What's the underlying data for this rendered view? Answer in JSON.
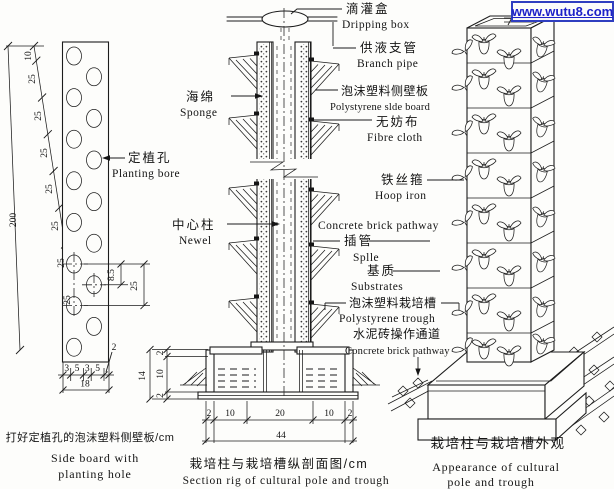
{
  "watermark": {
    "url": "www.wutu8.com"
  },
  "colors": {
    "ink": "#1c1c1c",
    "watermark_text": "#1d21c9",
    "watermark_border": "#2f3ec0",
    "paper": "#fdfdfb"
  },
  "left_figure": {
    "caption_zh": "打好定植孔的泡沫塑料侧壁板/cm",
    "caption_en_line1": "Side board with",
    "caption_en_line2": "planting hole",
    "planting_bore_zh": "定植孔",
    "planting_bore_en": "Planting bore",
    "dims": {
      "total_height": "200",
      "top_offset": "10",
      "hole_spacing": "25",
      "hole_offset": "8.5",
      "w_a": "3",
      "w_b": "5",
      "thickness": "2",
      "total_width": "18"
    }
  },
  "middle_figure": {
    "caption_zh": "栽培柱与栽培槽纵剖面图/cm",
    "caption_en": "Section rig of cultural pole and trough",
    "labels": {
      "dripping": {
        "zh": "滴灌盒",
        "en": "Dripping box"
      },
      "branch": {
        "zh": "供液支管",
        "en": "Branch pipe"
      },
      "sponge": {
        "zh": "海绵",
        "en": "Sponge"
      },
      "side_board": {
        "zh": "泡沫塑料侧壁板",
        "en": "Polystyrene slde board"
      },
      "fibre": {
        "zh": "无妨布",
        "en": "Fibre cloth"
      },
      "hoop": {
        "zh": "铁丝箍",
        "en": "Hoop iron"
      },
      "pathway_upper": {
        "en": "Concrete brick pathway"
      },
      "spile": {
        "zh": "插管",
        "en": "Splle"
      },
      "substrate": {
        "zh": "基质",
        "en": "Substrates"
      },
      "trough": {
        "zh": "泡沫塑料栽培槽",
        "en": "Polystyrene trough"
      },
      "pathway_lower": {
        "zh": "水泥砖操作通道",
        "en": "Concrete brick pathway"
      },
      "newel": {
        "zh": "中心柱",
        "en": "Newel"
      }
    },
    "dims": {
      "edge": "2",
      "ten": "10",
      "twenty": "20",
      "total_width": "44",
      "height_total": "14"
    }
  },
  "right_figure": {
    "caption_zh": "栽培柱与栽培槽外观",
    "caption_en_line1": "Appearance of cultural",
    "caption_en_line2": "pole and trough"
  }
}
